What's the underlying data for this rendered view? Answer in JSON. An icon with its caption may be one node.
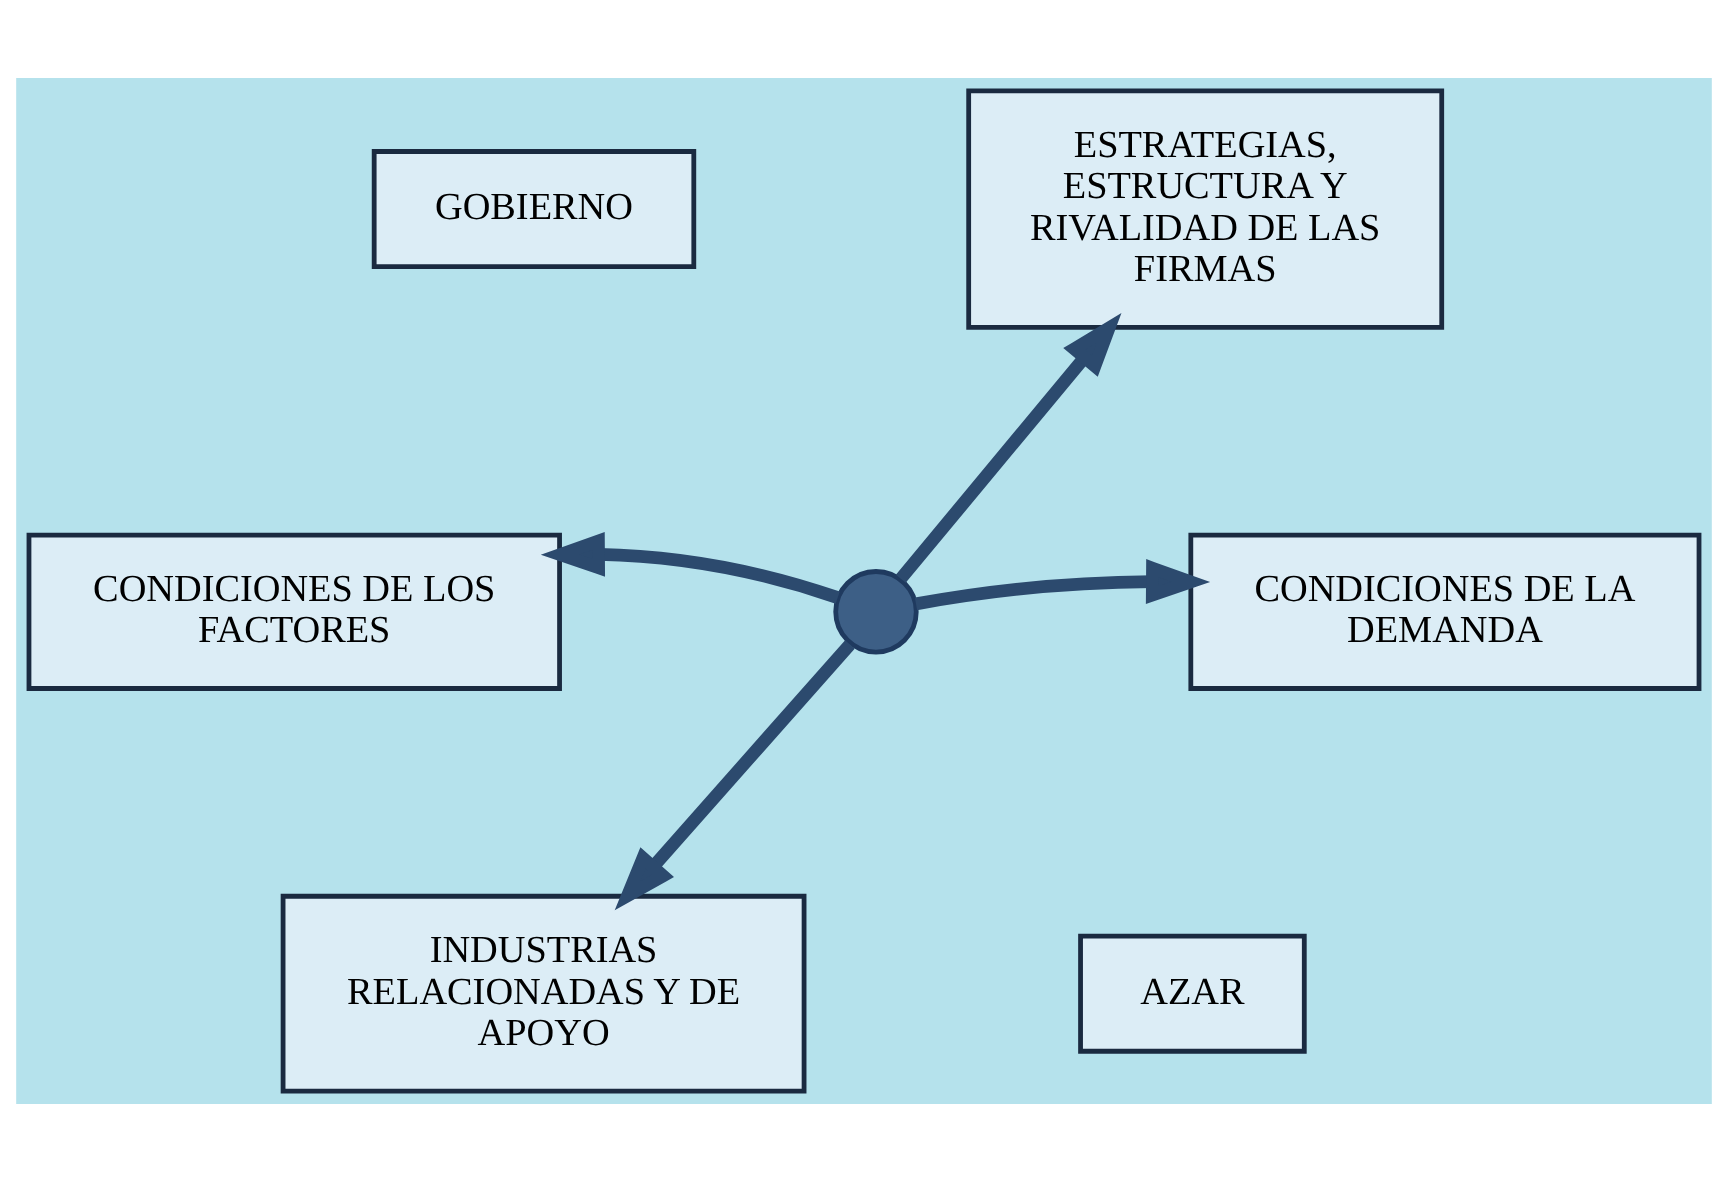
{
  "diagram": {
    "nodes": [
      {
        "text": [
          "GOBIERNO"
        ]
      },
      {
        "text": [
          "ESTRATEGIAS, ESTRUCTURA Y RIVALIDAD DE LAS FIRMAS"
        ]
      },
      {
        "text": [
          "CONDICIONES DE LOS FACTORES"
        ]
      },
      {
        "text": [],
        "shape": "cross"
      },
      {
        "text": [
          "CONDICIONES DE LA DEMANDA"
        ]
      },
      {
        "text": [
          "INDUSTRIAS RELACIONADAS Y DE APOYO"
        ]
      },
      {
        "text": [
          "AZAR"
        ]
      }
    ],
    "edges": [
      {
        "from": 3,
        "to": 1,
        "arrow": "to"
      },
      {
        "from": 3,
        "to": 2,
        "arrow": "to"
      },
      {
        "from": 3,
        "to": 4,
        "arrow": "to"
      },
      {
        "from": 3,
        "to": 5,
        "arrow": "to"
      }
    ]
  }
}
